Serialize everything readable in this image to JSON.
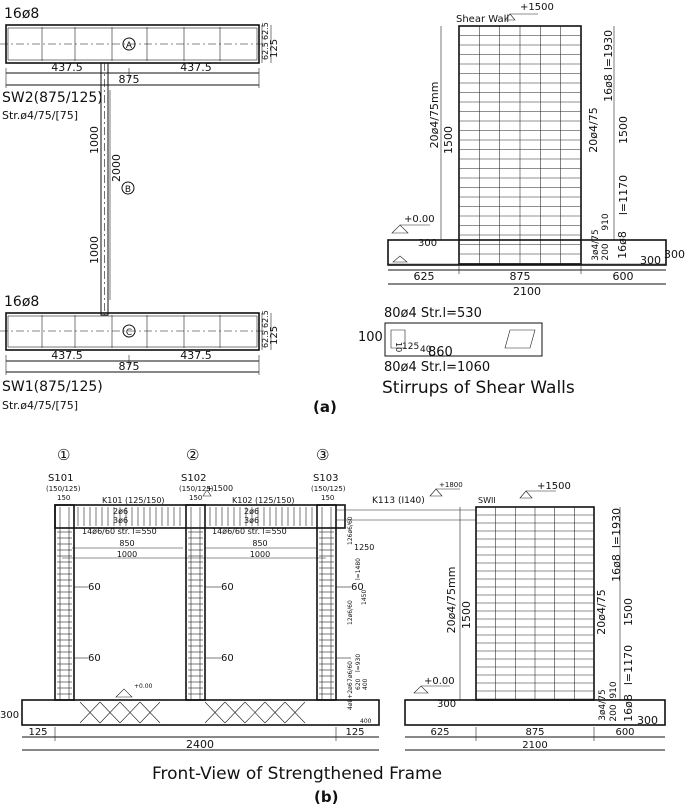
{
  "panel_a": {
    "label": "(a)",
    "sw_top": {
      "bar_label": "16ø8",
      "axis": "A",
      "dim_left": "437.5",
      "dim_right": "437.5",
      "dim_total": "875",
      "name": "SW2(875/125)",
      "stirrup": "Str.ø4/75/[75]",
      "side_dims": [
        "62.5",
        "62.5",
        "125"
      ]
    },
    "connector": {
      "dim_a": "1000",
      "dim_b": "2000",
      "dim_c": "1000",
      "axis": "B"
    },
    "sw_bottom": {
      "bar_label": "16ø8",
      "axis": "C",
      "dim_left": "437.5",
      "dim_right": "437.5",
      "dim_total": "875",
      "name": "SW1(875/125)",
      "stirrup": "Str.ø4/75/[75]",
      "side_dims": [
        "62.5",
        "62.5",
        "125"
      ]
    },
    "elevation": {
      "title": "Shear Wall",
      "top_level": "+1500",
      "ground_level": "+0.00",
      "base_height": "300",
      "vert_left_main": "20ø4/75mm",
      "vert_left_dim": "1500",
      "right_labels": [
        "l=1930",
        "16ø8",
        "20ø4/75",
        "1500",
        "l=1170",
        "910",
        "3ø4/75",
        "200",
        "16ø8",
        "300"
      ],
      "dims_bottom": [
        "625",
        "875",
        "600"
      ],
      "dim_total": "2100",
      "foot_dim": "300"
    },
    "stirrups": {
      "title": "Stirrups of Shear Walls",
      "line1": "80ø4 Str.l=530",
      "line2": "80ø4 Str.l=1060",
      "height": "100",
      "length": "860",
      "small_a": "125",
      "small_b": "40",
      "small_c": "10"
    }
  },
  "panel_b": {
    "label": "(b)",
    "title": "Front-View of Strengthened Frame",
    "axes": [
      "①",
      "②",
      "③"
    ],
    "columns": [
      {
        "name": "S101",
        "size": "(150/125)",
        "width": "150"
      },
      {
        "name": "S102",
        "size": "(150/125)",
        "width": "150"
      },
      {
        "name": "S103",
        "size": "(150/125)",
        "width": "150"
      }
    ],
    "beams": [
      {
        "name": "K101 (125/150)",
        "bars_top": "2ø6",
        "bars_bot": "3ø6",
        "stirrups": "14ø6/60 str. l=550",
        "clear": "850",
        "span": "1000"
      },
      {
        "name": "K102 (125/150)",
        "bars_top": "2ø6",
        "bars_bot": "3ø6",
        "stirrups": "14ø6/60 str. l=550",
        "clear": "850",
        "span": "1000"
      }
    ],
    "beam_k113": "K113 (I140)",
    "levels": {
      "top_right": "+1800",
      "top_mid": "+1500",
      "ground": "+0.00",
      "footing": "+0.00",
      "sw": "+1500"
    },
    "ties": [
      "60",
      "60",
      "60",
      "60",
      "60"
    ],
    "col_right_labels": [
      "1250",
      "126ø6/60",
      "l=1480",
      "1450",
      "12ø6/60",
      "l=930",
      "7ø6/60",
      "620",
      "400",
      "4ø8+2ø6",
      "400"
    ],
    "shearwall": {
      "name": "SWII",
      "vert_left_main": "20ø4/75mm",
      "vert_left_dim": "1500",
      "right_labels": [
        "l=1930",
        "16ø8",
        "20ø4/75",
        "1500",
        "l=1170",
        "910",
        "3ø4/75",
        "200",
        "16ø8",
        "300"
      ],
      "dims_bottom": [
        "625",
        "875",
        "600"
      ],
      "dim_total": "2100",
      "base_height": "300"
    },
    "frame_dims": {
      "left": "125",
      "right": "125",
      "total": "2400",
      "base_height": "300"
    }
  }
}
